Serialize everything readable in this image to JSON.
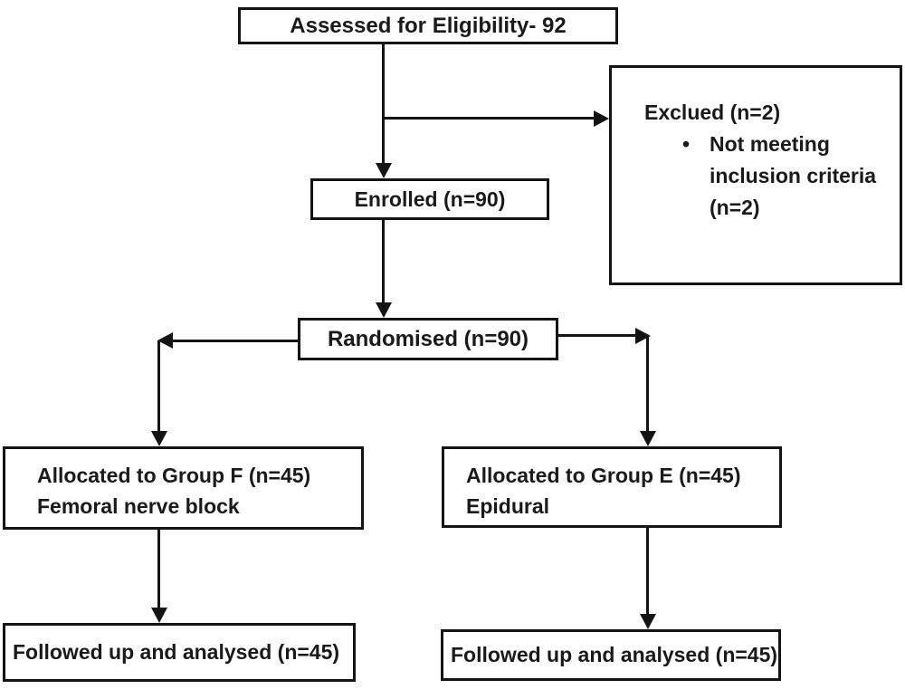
{
  "diagram": {
    "colors": {
      "line": "#141414",
      "box_border": "#141414",
      "text": "#1a1a1a",
      "background": "#ffffff"
    },
    "boxes": {
      "assessed": {
        "label": "Assessed for Eligibility- 92"
      },
      "excluded": {
        "title": "Exclued (n=2)",
        "bullet_glyph": "•",
        "bullet_text": "Not meeting inclusion criteria (n=2)"
      },
      "enrolled": {
        "label": "Enrolled (n=90)"
      },
      "randomised": {
        "label": "Randomised (n=90)"
      },
      "allocated_f": {
        "line1": "Allocated to Group F (n=45)",
        "line2": "Femoral nerve block"
      },
      "allocated_e": {
        "line1": "Allocated to Group E (n=45)",
        "line2": "Epidural"
      },
      "followup_f": {
        "label": "Followed up and analysed (n=45)"
      },
      "followup_e": {
        "label": "Followed up and analysed (n=45)"
      }
    }
  }
}
